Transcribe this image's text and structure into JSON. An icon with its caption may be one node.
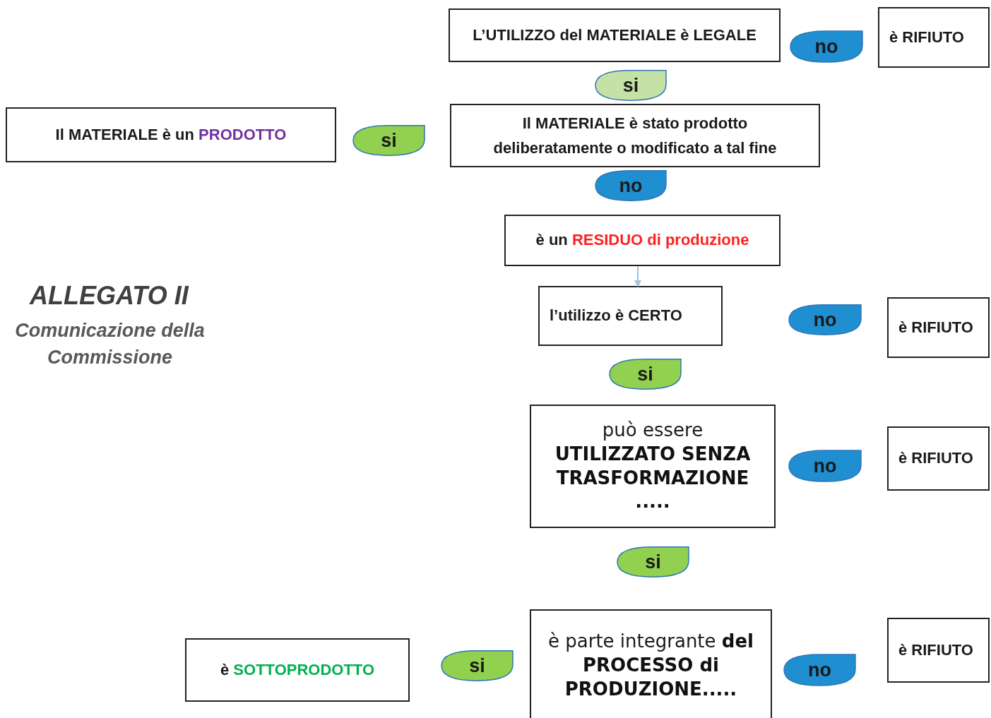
{
  "diagram": {
    "title": "ALLEGATO II",
    "nodes": [
      {
        "text": [
          "L’UTILIZZO del MATERIALE è LEGALE"
        ]
      },
      {
        "text": [
          "no"
        ]
      },
      {
        "text": [
          "è RIFIUTO"
        ]
      },
      {
        "text": [
          "si"
        ]
      },
      {
        "text": [
          "Il MATERIALE è un",
          "PRODOTTO"
        ]
      },
      {
        "text": [
          "si"
        ]
      },
      {
        "text": [
          "Il MATERIALE è stato prodotto deliberatamente o modificato a tal fine"
        ]
      },
      {
        "text": [
          "no"
        ]
      },
      {
        "text": [
          "è un",
          "RESIDUO di produzione"
        ]
      },
      {
        "text": [
          "l’utilizzo è CERTO"
        ]
      },
      {
        "text": [
          "no"
        ]
      },
      {
        "text": [
          "è RIFIUTO"
        ]
      },
      {
        "text": [
          "si"
        ]
      },
      {
        "text": [
          "può essere **UTILIZZATO SENZA TRASFORMAZIONE .....**"
        ]
      },
      {
        "text": [
          "no"
        ]
      },
      {
        "text": [
          "è RIFIUTO"
        ]
      },
      {
        "text": [
          "si"
        ]
      },
      {
        "text": [
          "è",
          "SOTTOPRODOTTO"
        ]
      },
      {
        "text": [
          "si"
        ]
      },
      {
        "text": [
          "è parte integrante **del PROCESSO di PRODUZIONE.....**"
        ]
      },
      {
        "text": [
          "no"
        ]
      },
      {
        "text": [
          "è RIFIUTO"
        ]
      }
    ],
    "edges": [
      {
        "from": 8,
        "to": 9,
        "arrow": "to",
        "color": "#9dc3e6"
      }
    ],
    "labels": [
      "Comunicazione della Commissione"
    ]
  }
}
